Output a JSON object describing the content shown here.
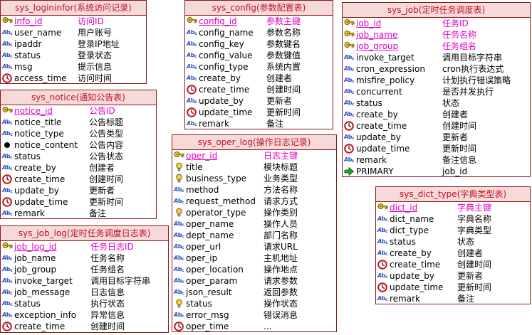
{
  "tables": [
    {
      "id": "t1",
      "title": "sys_logininfor(系统访问记录)",
      "rows": [
        {
          "name": "info_id",
          "comment": "访问ID",
          "icon": "key-icon",
          "pk": true
        },
        {
          "name": "user_name",
          "comment": "用户账号",
          "icon": "abc-icon"
        },
        {
          "name": "ipaddr",
          "comment": "登录IP地址",
          "icon": "abc-icon"
        },
        {
          "name": "status",
          "comment": "登录状态",
          "icon": "abc-icon"
        },
        {
          "name": "msg",
          "comment": "提示信息",
          "icon": "abc-icon"
        },
        {
          "name": "access_time",
          "comment": "访问时间",
          "icon": "clock-icon"
        }
      ]
    },
    {
      "id": "t2",
      "title": "sys_config(参数配置表)",
      "rows": [
        {
          "name": "config_id",
          "comment": "参数主键",
          "icon": "key-icon",
          "pk": true
        },
        {
          "name": "config_name",
          "comment": "参数名称",
          "icon": "abc-icon"
        },
        {
          "name": "config_key",
          "comment": "参数键名",
          "icon": "abc-icon"
        },
        {
          "name": "config_value",
          "comment": "参数键值",
          "icon": "abc-icon"
        },
        {
          "name": "config_type",
          "comment": "系统内置",
          "icon": "abc-icon"
        },
        {
          "name": "create_by",
          "comment": "创建者",
          "icon": "abc-icon"
        },
        {
          "name": "create_time",
          "comment": "创建时间",
          "icon": "clock-icon"
        },
        {
          "name": "update_by",
          "comment": "更新者",
          "icon": "abc-icon"
        },
        {
          "name": "update_time",
          "comment": "更新时间",
          "icon": "clock-icon"
        },
        {
          "name": "remark",
          "comment": "备注",
          "icon": "abc-icon"
        }
      ]
    },
    {
      "id": "t3",
      "title": "sys_job(定时任务调度表)",
      "rows": [
        {
          "name": "job_id",
          "comment": "任务ID",
          "icon": "key-icon",
          "pk": true
        },
        {
          "name": "job_name",
          "comment": "任务名称",
          "icon": "key-icon",
          "pk": true
        },
        {
          "name": "job_group",
          "comment": "任务组名",
          "icon": "key-icon",
          "pk": true
        },
        {
          "name": "invoke_target",
          "comment": "调用目标字符串",
          "icon": "abc-icon"
        },
        {
          "name": "cron_expression",
          "comment": "cron执行表达式",
          "icon": "abc-icon"
        },
        {
          "name": "misfire_policy",
          "comment": "计划执行错误策略",
          "icon": "abc-icon"
        },
        {
          "name": "concurrent",
          "comment": "是否并发执行",
          "icon": "abc-icon"
        },
        {
          "name": "status",
          "comment": "状态",
          "icon": "abc-icon"
        },
        {
          "name": "create_by",
          "comment": "创建者",
          "icon": "abc-icon"
        },
        {
          "name": "create_time",
          "comment": "创建时间",
          "icon": "clock-icon"
        },
        {
          "name": "update_by",
          "comment": "更新者",
          "icon": "abc-icon"
        },
        {
          "name": "update_time",
          "comment": "更新时间",
          "icon": "clock-icon"
        },
        {
          "name": "remark",
          "comment": "备注信息",
          "icon": "abc-icon"
        },
        {
          "name": "PRIMARY",
          "comment": "job_id",
          "icon": "arrow-icon"
        }
      ]
    },
    {
      "id": "t4",
      "title": "sys_notice(通知公告表)",
      "rows": [
        {
          "name": "notice_id",
          "comment": "公告ID",
          "icon": "key-icon",
          "pk": true
        },
        {
          "name": "notice_title",
          "comment": "公告标题",
          "icon": "abc-icon"
        },
        {
          "name": "notice_type",
          "comment": "公告类型",
          "icon": "abc-icon"
        },
        {
          "name": "notice_content",
          "comment": "公告内容",
          "icon": "dot-icon"
        },
        {
          "name": "status",
          "comment": "公告状态",
          "icon": "abc-icon"
        },
        {
          "name": "create_by",
          "comment": "创建者",
          "icon": "abc-icon"
        },
        {
          "name": "create_time",
          "comment": "创建时间",
          "icon": "clock-icon"
        },
        {
          "name": "update_by",
          "comment": "更新者",
          "icon": "abc-icon"
        },
        {
          "name": "update_time",
          "comment": "更新时间",
          "icon": "clock-icon"
        },
        {
          "name": "remark",
          "comment": "备注",
          "icon": "abc-icon"
        }
      ]
    },
    {
      "id": "t5",
      "title": "sys_oper_log(操作日志记录)",
      "rows": [
        {
          "name": "oper_id",
          "comment": "日志主键",
          "icon": "key-icon",
          "pk": true
        },
        {
          "name": "title",
          "comment": "模块标题",
          "icon": "bulb-icon"
        },
        {
          "name": "business_type",
          "comment": "业务类型",
          "icon": "bulb-icon"
        },
        {
          "name": "method",
          "comment": "方法名称",
          "icon": "abc-icon"
        },
        {
          "name": "request_method",
          "comment": "请求方式",
          "icon": "abc-icon"
        },
        {
          "name": "operator_type",
          "comment": "操作类别",
          "icon": "bulb-icon"
        },
        {
          "name": "oper_name",
          "comment": "操作人员",
          "icon": "abc-icon"
        },
        {
          "name": "dept_name",
          "comment": "部门名称",
          "icon": "abc-icon"
        },
        {
          "name": "oper_url",
          "comment": "请求URL",
          "icon": "abc-icon"
        },
        {
          "name": "oper_ip",
          "comment": "主机地址",
          "icon": "abc-icon"
        },
        {
          "name": "oper_location",
          "comment": "操作地点",
          "icon": "abc-icon"
        },
        {
          "name": "oper_param",
          "comment": "请求参数",
          "icon": "abc-icon"
        },
        {
          "name": "json_result",
          "comment": "返回参数",
          "icon": "abc-icon"
        },
        {
          "name": "status",
          "comment": "操作状态",
          "icon": "bulb-icon"
        },
        {
          "name": "error_msg",
          "comment": "错误消息",
          "icon": "abc-icon"
        },
        {
          "name": "oper_time",
          "comment": "...",
          "icon": "clock-icon"
        }
      ]
    },
    {
      "id": "t6",
      "title": "sys_dict_type(字典类型表)",
      "rows": [
        {
          "name": "dict_id",
          "comment": "字典主键",
          "icon": "key-icon",
          "pk": true
        },
        {
          "name": "dict_name",
          "comment": "字典名称",
          "icon": "abc-icon"
        },
        {
          "name": "dict_type",
          "comment": "字典类型",
          "icon": "abc-icon"
        },
        {
          "name": "status",
          "comment": "状态",
          "icon": "abc-icon"
        },
        {
          "name": "create_by",
          "comment": "创建者",
          "icon": "abc-icon"
        },
        {
          "name": "create_time",
          "comment": "创建时间",
          "icon": "clock-icon"
        },
        {
          "name": "update_by",
          "comment": "更新者",
          "icon": "abc-icon"
        },
        {
          "name": "update_time",
          "comment": "更新时间",
          "icon": "clock-icon"
        },
        {
          "name": "remark",
          "comment": "备注",
          "icon": "abc-icon"
        }
      ]
    },
    {
      "id": "t7",
      "title": "sys_job_log(定时任务调度日志表)",
      "rows": [
        {
          "name": "job_log_id",
          "comment": "任务日志ID",
          "icon": "key-icon",
          "pk": true
        },
        {
          "name": "job_name",
          "comment": "任务名称",
          "icon": "abc-icon"
        },
        {
          "name": "job_group",
          "comment": "任务组名",
          "icon": "abc-icon"
        },
        {
          "name": "invoke_target",
          "comment": "调用目标字符串",
          "icon": "abc-icon"
        },
        {
          "name": "job_message",
          "comment": "日志信息",
          "icon": "abc-icon"
        },
        {
          "name": "status",
          "comment": "执行状态",
          "icon": "abc-icon"
        },
        {
          "name": "exception_info",
          "comment": "异常信息",
          "icon": "abc-icon"
        },
        {
          "name": "create_time",
          "comment": "创建时间",
          "icon": "clock-icon"
        }
      ]
    }
  ]
}
